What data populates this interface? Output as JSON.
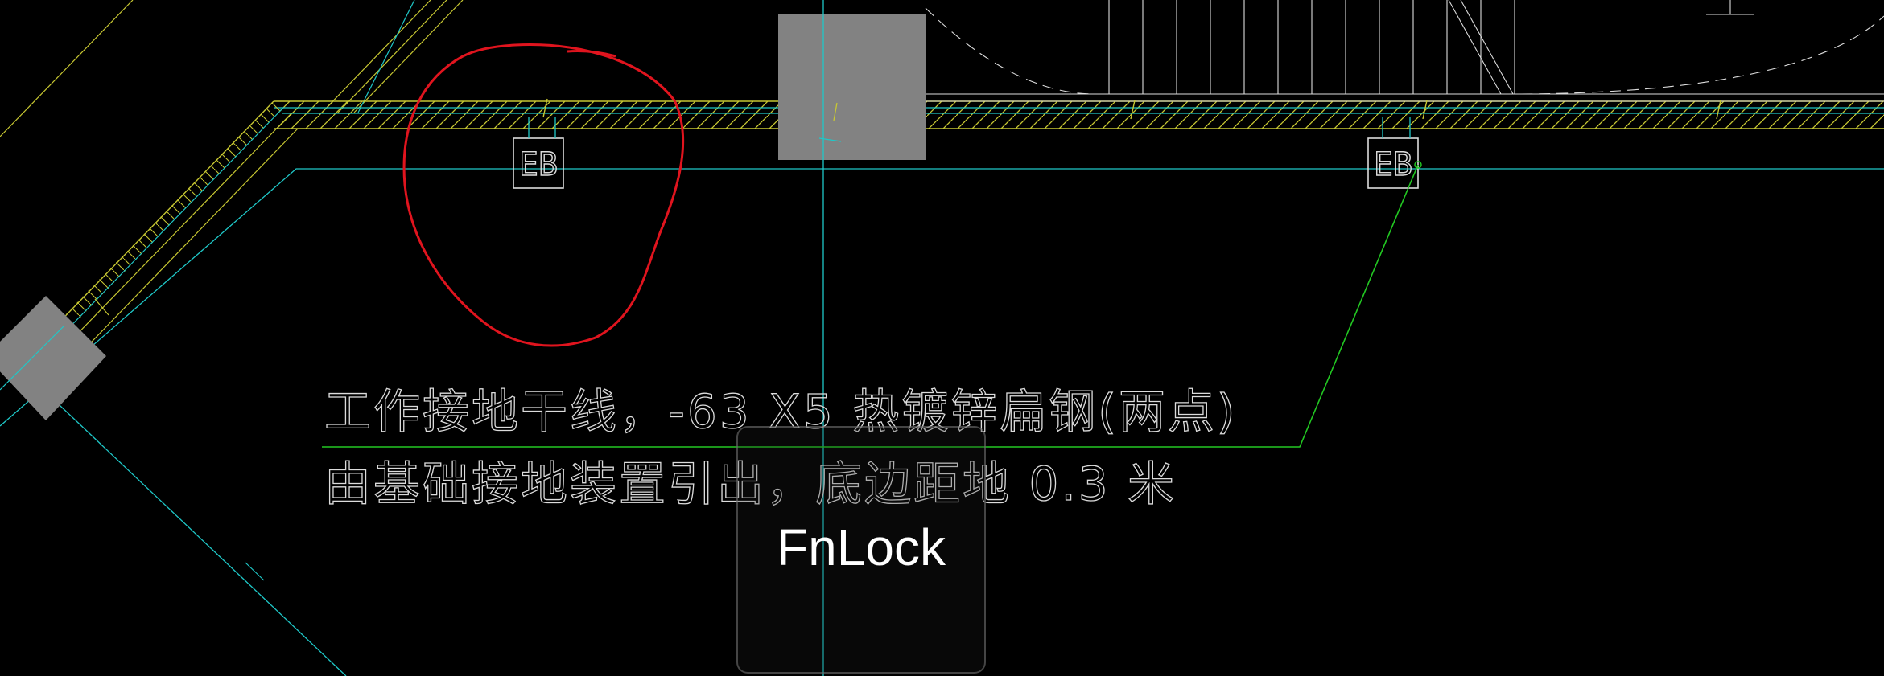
{
  "drawing": {
    "annotation_line1": "工作接地干线，-63 X5 热镀锌扁钢(两点)",
    "annotation_line2": "由基础接地装置引出，底边距地 0.3 米",
    "box_labels": [
      "EB",
      "EB"
    ]
  },
  "osd": {
    "label": "FnLock"
  },
  "colors": {
    "background": "#000000",
    "cyan": "#1fc8c8",
    "yellow": "#c8c832",
    "green": "#22c822",
    "red": "#e0141e",
    "gray_block": "#828282",
    "text": "#dcdcdc"
  }
}
